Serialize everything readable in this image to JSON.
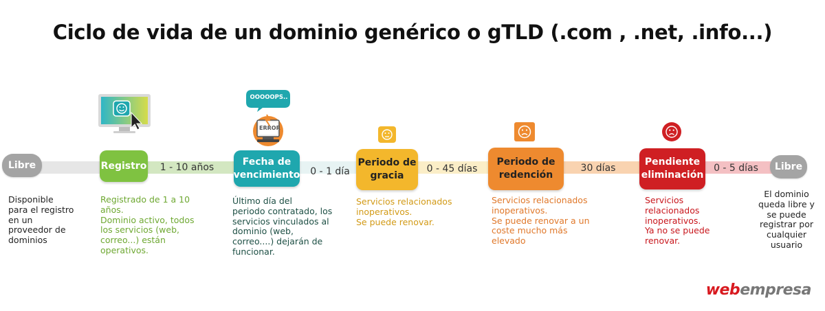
{
  "title": "Ciclo de vida de un dominio genérico o gTLD (.com , .net, .info...)",
  "colors": {
    "libre": "#a4a4a4",
    "registro": "#7fc241",
    "vencimiento": "#1fa7ae",
    "gracia": "#f3b72c",
    "redencion": "#ee8a2f",
    "eliminacion": "#cf1f23",
    "logo_web": "#d8191f",
    "logo_empresa": "#777777"
  },
  "stages": {
    "libre_start": {
      "label": "Libre",
      "desc": [
        "Disponible",
        "para el registro",
        "en un",
        "proveedor de",
        "dominios"
      ]
    },
    "registro": {
      "label": "Registro",
      "desc": [
        "Registrado de 1 a 10",
        "años.",
        "Dominio activo, todos",
        "los servicios (web,",
        "correo...) están",
        "operativos."
      ]
    },
    "vencimiento": {
      "label_lines": [
        "Fecha de",
        "vencimiento"
      ],
      "desc": [
        "Último día del",
        "periodo contratado, los",
        "servicios vinculados al",
        "dominio (web,",
        "correo....) dejarán de",
        "funcionar."
      ]
    },
    "gracia": {
      "label_lines": [
        "Periodo de",
        "gracia"
      ],
      "desc": [
        "Servicios relacionados",
        "inoperativos.",
        "Se puede renovar."
      ]
    },
    "redencion": {
      "label_lines": [
        "Periodo de",
        "redención"
      ],
      "desc": [
        "Servicios relacionados",
        "inoperativos.",
        "Se puede renovar a un",
        "coste mucho más",
        "elevado"
      ]
    },
    "eliminacion": {
      "label_lines": [
        "Pendiente",
        "eliminación"
      ],
      "desc": [
        "Servicios",
        "relacionados",
        "inoperativos.",
        "Ya no se puede",
        "renovar."
      ]
    },
    "libre_end": {
      "label": "Libre",
      "desc": [
        "El dominio",
        "queda libre y",
        "se puede",
        "registrar por",
        "cualquier",
        "usuario"
      ]
    }
  },
  "durations": [
    "1 - 10 años",
    "0 - 1 día",
    "0 - 45 días",
    "30 días",
    "0 - 5 días"
  ],
  "icons": {
    "error_bubble": "OOOOOPS..",
    "error_label": "ERROR"
  },
  "logo": {
    "part1": "web",
    "part2": "empresa"
  }
}
